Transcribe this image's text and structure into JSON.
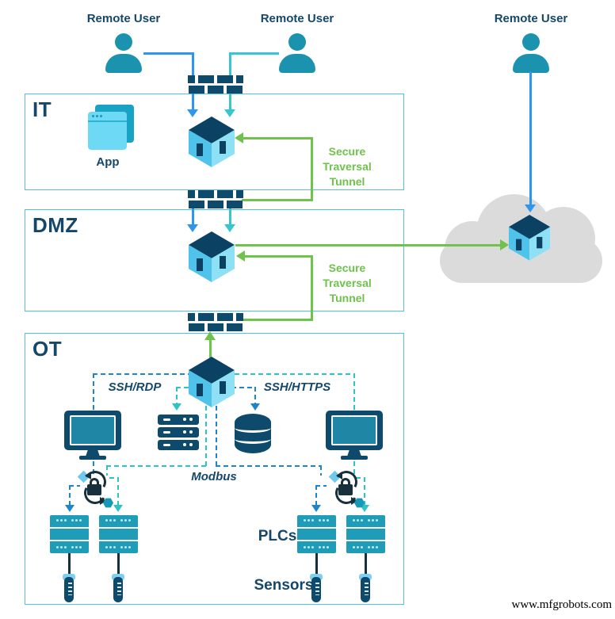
{
  "users": [
    {
      "label": "Remote User"
    },
    {
      "label": "Remote User"
    },
    {
      "label": "Remote User"
    }
  ],
  "zones": {
    "it": "IT",
    "dmz": "DMZ",
    "ot": "OT"
  },
  "it_zone": {
    "app_label": "App"
  },
  "tunnels": {
    "it": "Secure Traversal Tunnel",
    "dmz": "Secure Traversal Tunnel"
  },
  "ot_zone": {
    "ssh_rdp": "SSH/RDP",
    "ssh_https": "SSH/HTTPS",
    "modbus": "Modbus",
    "plcs": "PLCs",
    "sensors": "Sensors"
  },
  "watermark": "www.mfgrobots.com",
  "colors": {
    "navy": "#0d4a6b",
    "text": "#15476b",
    "blue": "#2e97ec",
    "teal": "#36c6d2",
    "green": "#6fc24b",
    "dashedBlue": "#1d85cc",
    "dashedTeal": "#2cc5c5",
    "lightBlue": "#6fc9ec",
    "cubeLeft": "#4fc3e9",
    "cubeRight": "#8ee0f5",
    "cubeTop": "#0b4264",
    "appFront": "#6ed9f4",
    "appBack": "#18a2c4",
    "plc": "#1f9db8",
    "screen": "#1f87a5",
    "person": "#1b93ae",
    "cloud": "#dbdbdb",
    "border": "#56bfe0",
    "dark": "#16303c",
    "sensorCap": "#7ed0ee",
    "hexTeal": "#1798b4"
  }
}
